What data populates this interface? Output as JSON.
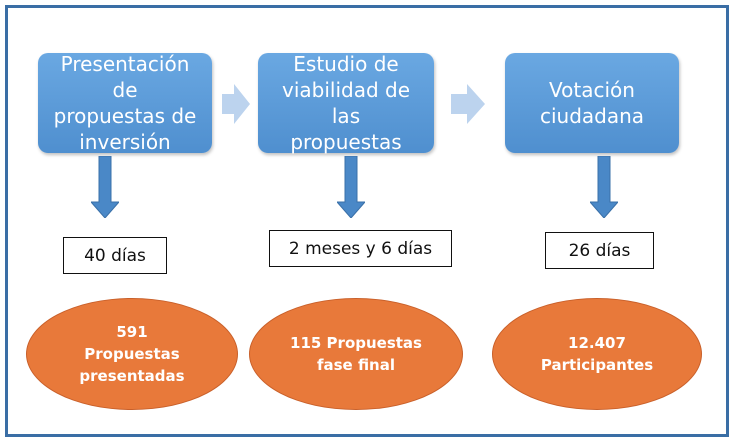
{
  "stages": [
    {
      "label": "Presentación de\npropuestas de\ninversión"
    },
    {
      "label": "Estudio de\nviabilidad de las\npropuestas"
    },
    {
      "label": "Votación\nciudadana"
    }
  ],
  "durations": [
    "40 días",
    "2 meses y 6 días",
    "26 días"
  ],
  "results": [
    {
      "label": "591\nPropuestas\npresentadas"
    },
    {
      "label": "115 Propuestas\nfase final"
    },
    {
      "label": "12.407\nParticipantes"
    }
  ],
  "colors": {
    "frame": "#3a6ea5",
    "stage": "#5b9bd5",
    "arrow_light": "#bcd3ee",
    "arrow_down": "#4a88c7",
    "result": "#e8793a"
  }
}
